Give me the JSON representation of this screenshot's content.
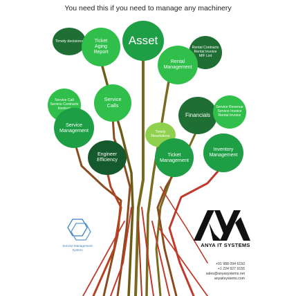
{
  "headline": "You need this if you need to manage any machinery",
  "nodes": {
    "asset": "Asset",
    "timely_decisions": "Timely decisions",
    "ticket_aging": "Ticket\nAging\nReport",
    "rental_contracts": "Rental Contracts\nRental Invoice\nMIF List",
    "rental_management": "Rental\nManagement",
    "service_call_contracts": "Service Call\nService Contracts\nInvoices",
    "service_calls": "Service\nCalls",
    "service_management": "Service\nManagement",
    "financials": "Financials",
    "service_revenue": "Service Revenue\nService Invoice\nRental Invoice",
    "engineer_efficiency": "Engineer\nEfficiency",
    "timely_resolutions": "Timely\nResolutions",
    "ticket_management": "Ticket\nManagement",
    "inventory_management": "Inventory\nManagement"
  },
  "colors": {
    "bright_green": "#2fbf4a",
    "mid_green": "#1e9e45",
    "dark_green": "#1f6e33",
    "deep_green": "#155a2c",
    "lime_green": "#8fd14f",
    "trunk_olive": "#7a6a1e",
    "trunk_brown": "#8a4b1e",
    "trunk_red": "#c0392b"
  },
  "logo_left_label": "Service Management\nSystem",
  "company": {
    "name": "ANYA IT SYSTEMS",
    "logo_icon": "aa-logo-icon"
  },
  "contact": {
    "phone1": "+91 988 094 6150",
    "phone2": "+1 224 927 9155",
    "email": "sales@anyasystems.net",
    "website": "anyaitsystems.com"
  }
}
